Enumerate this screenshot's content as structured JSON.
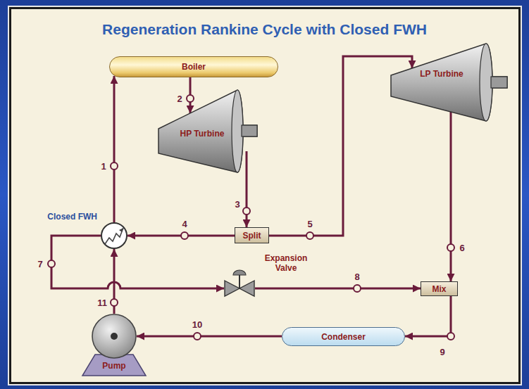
{
  "diagram": {
    "title": "Regeneration Rankine Cycle with Closed FWH",
    "nodes": [
      {
        "text": [
          "Boiler"
        ]
      },
      {
        "text": [
          "HP Turbine"
        ]
      },
      {
        "text": [
          "LP Turbine"
        ]
      },
      {
        "text": [
          "Closed FWH"
        ]
      },
      {
        "text": [
          "Split"
        ]
      },
      {
        "text": [
          "Expansion Valve"
        ]
      },
      {
        "text": [
          "Mix"
        ]
      },
      {
        "text": [
          "Pump"
        ]
      },
      {
        "text": [
          "Condenser"
        ]
      }
    ],
    "edges": [
      {
        "from": 0,
        "to": 1,
        "arrow": "to",
        "label": "2"
      },
      {
        "from": 1,
        "to": 4,
        "arrow": "to",
        "label": "3"
      },
      {
        "from": 4,
        "to": 3,
        "arrow": "to",
        "label": "4"
      },
      {
        "from": 4,
        "to": 2,
        "arrow": "to",
        "label": "5"
      },
      {
        "from": 2,
        "to": 6,
        "arrow": "to",
        "label": "6"
      },
      {
        "from": 3,
        "to": 5,
        "arrow": "to",
        "label": "7"
      },
      {
        "from": 5,
        "to": 6,
        "arrow": "to",
        "label": "8"
      },
      {
        "from": 6,
        "to": 8,
        "arrow": "to",
        "label": "9"
      },
      {
        "from": 8,
        "to": 7,
        "arrow": "to",
        "label": "10"
      },
      {
        "from": 7,
        "to": 3,
        "arrow": "to",
        "label": "11"
      },
      {
        "from": 3,
        "to": 0,
        "arrow": "to",
        "label": "1"
      }
    ]
  }
}
